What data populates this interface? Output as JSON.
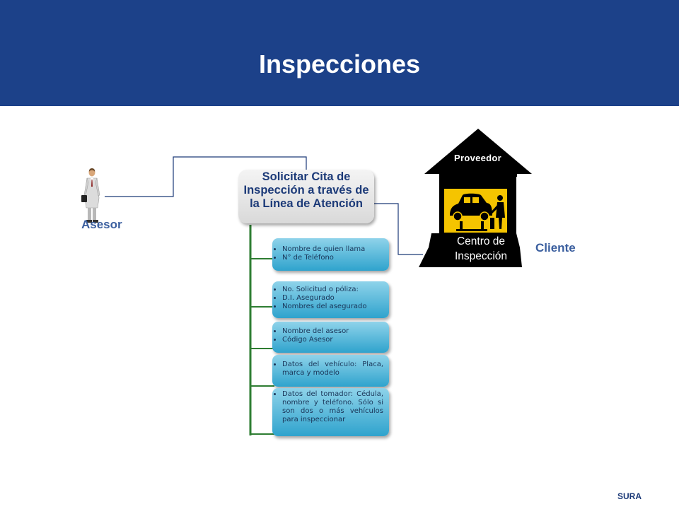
{
  "slide": {
    "title": "Inspecciones",
    "footer": "SURA"
  },
  "actors": {
    "asesor": "Asesor",
    "cliente": "Cliente"
  },
  "main_step": "Solicitar Cita de Inspección a través de la Línea de Atención",
  "house": {
    "top_label": "Proveedor",
    "bottom_line1": "Centro de",
    "bottom_line2": "Inspección"
  },
  "info_boxes": [
    {
      "items": [
        "Nombre de quien llama",
        "N° de Teléfono"
      ]
    },
    {
      "items": [
        "No. Solicitud o póliza:",
        "D.I. Asegurado",
        "Nombres del asegurado"
      ]
    },
    {
      "items": [
        "Nombre del asesor",
        "Código Asesor"
      ]
    },
    {
      "items": [
        "Datos del vehículo: Placa, marca y modelo"
      ]
    },
    {
      "items": [
        "Datos del tomador: Cédula, nombre y teléfono. Sólo si son dos o más vehículos para inspeccionar"
      ]
    }
  ],
  "colors": {
    "header": "#1c4189",
    "connector_green": "#2e7d32",
    "box_blue": "#2fa3cd",
    "house_yellow": "#f5c400"
  }
}
